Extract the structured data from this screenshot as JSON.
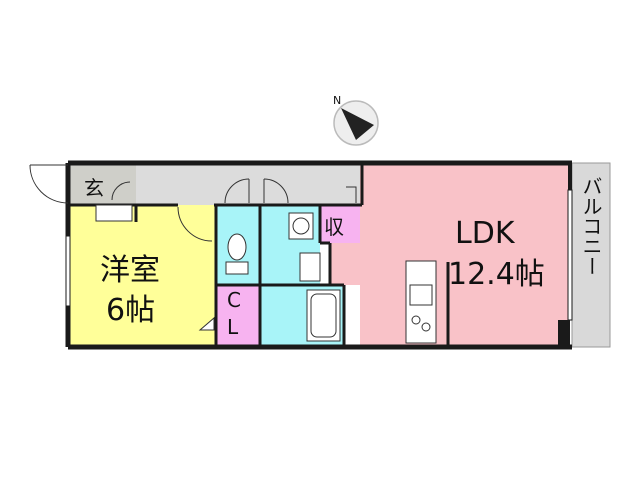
{
  "compass": {
    "label": "N"
  },
  "rooms": {
    "genkan": {
      "label": "玄"
    },
    "youshitsu": {
      "name": "洋室",
      "size": "6帖"
    },
    "closet": {
      "line1": "C",
      "line2": "L"
    },
    "storage": {
      "label": "収"
    },
    "ldk": {
      "name": "LDK",
      "size": "12.4帖"
    },
    "balcony": {
      "label": "バルコニー"
    }
  },
  "colors": {
    "wall": "#1a1a1a",
    "genkan": "#cfcfc9",
    "hall": "#dcdcdc",
    "youshitsu": "#ffff99",
    "closet": "#f7b3f0",
    "storage": "#f7b3f0",
    "wet_area": "#a8f4f8",
    "ldk": "#f9c2c8",
    "balcony": "#d9d9d9"
  }
}
